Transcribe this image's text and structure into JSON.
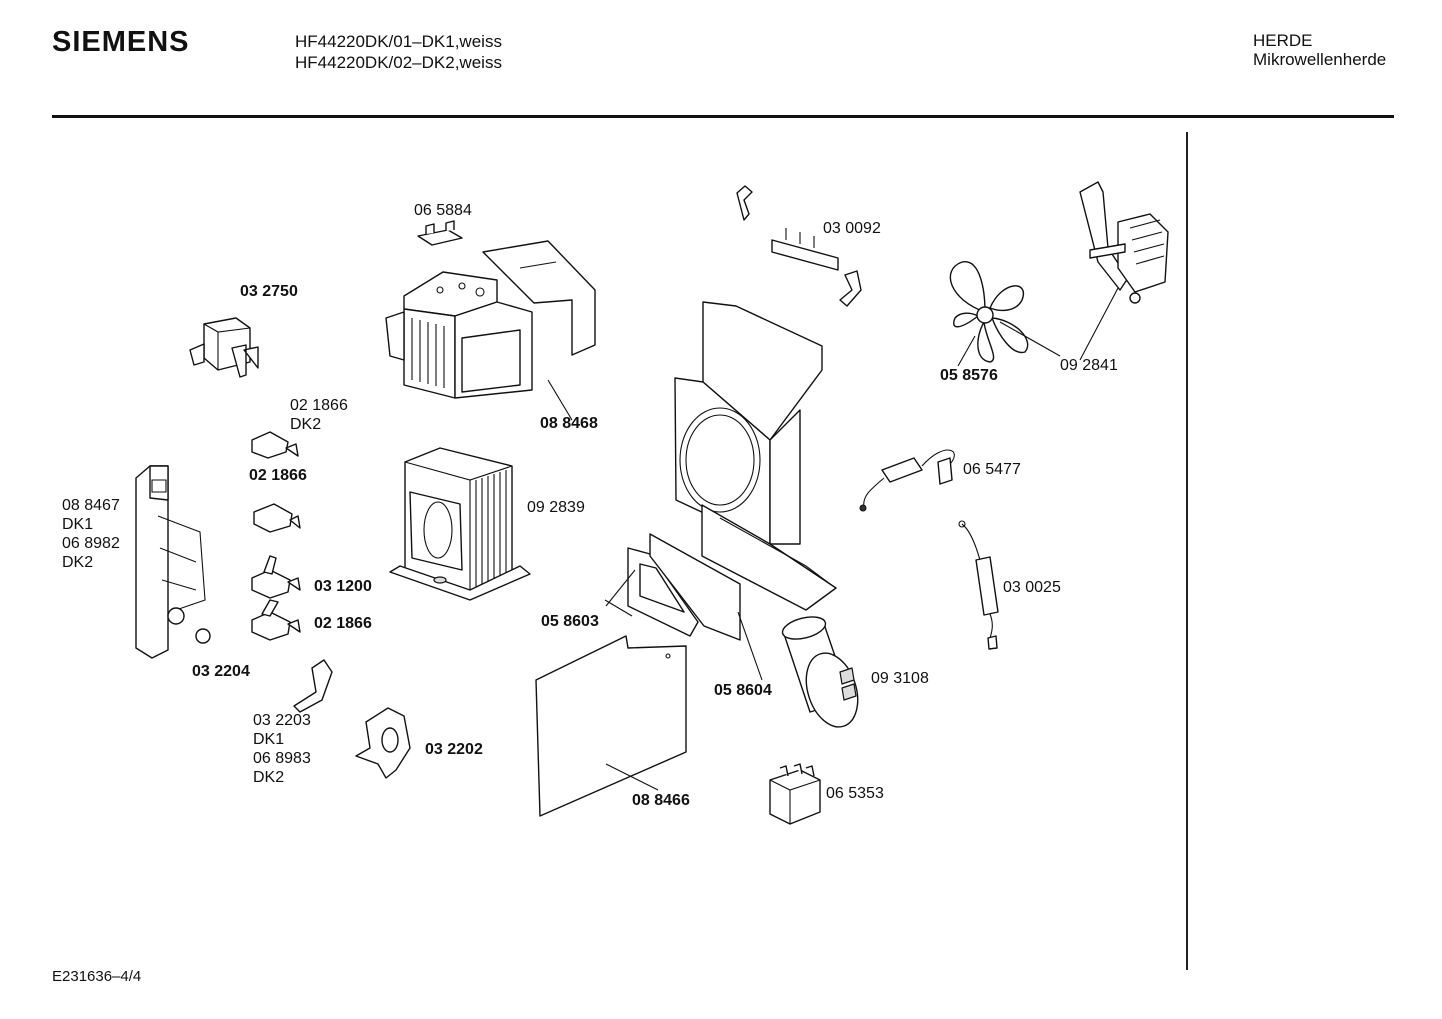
{
  "header": {
    "brand": "SIEMENS",
    "models": [
      "HF44220DK/01–DK1,weiss",
      "HF44220DK/02–DK2,weiss"
    ],
    "category": "HERDE",
    "subcategory": "Mikrowellenherde"
  },
  "footer": {
    "doc_id": "E231636–4/4"
  },
  "labels": {
    "l065884": "06 5884",
    "l032750": "03 2750",
    "l030092": "03 0092",
    "l058576": "05 8576",
    "l092841": "09 2841",
    "l088468": "08 8468",
    "l021866a": "02 1866",
    "l_dk2a": "DK2",
    "l021866b": "02 1866",
    "l088467": "08 8467",
    "l_dk1a": "DK1",
    "l068982": "06 8982",
    "l_dk2b": "DK2",
    "l092839": "09 2839",
    "l065477": "06 5477",
    "l030025": "03 0025",
    "l031200": "03 1200",
    "l021866c": "02 1866",
    "l058603": "05 8603",
    "l032204": "03 2204",
    "l058604": "05 8604",
    "l093108": "09 3108",
    "l032203": "03 2203",
    "l_dk1b": "DK1",
    "l068983": "06 8983",
    "l_dk2c": "DK2",
    "l032202": "03 2202",
    "l088466": "08 8466",
    "l065353": "06 5353"
  }
}
